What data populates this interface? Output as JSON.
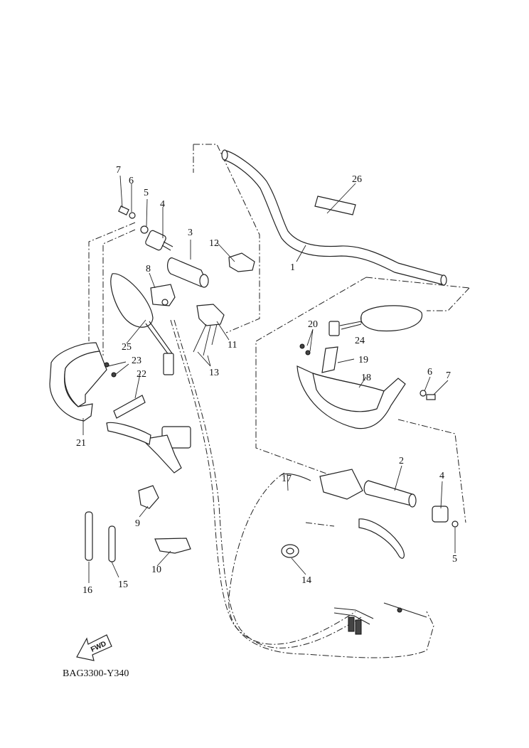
{
  "diagram": {
    "figure_code": "BAG3300-Y340",
    "fwd_label": "FWD",
    "callouts": [
      "1",
      "2",
      "3",
      "4",
      "4",
      "5",
      "5",
      "6",
      "6",
      "7",
      "7",
      "8",
      "9",
      "10",
      "11",
      "12",
      "13",
      "14",
      "15",
      "16",
      "17",
      "18",
      "19",
      "20",
      "21",
      "22",
      "23",
      "24",
      "25",
      "26"
    ]
  }
}
